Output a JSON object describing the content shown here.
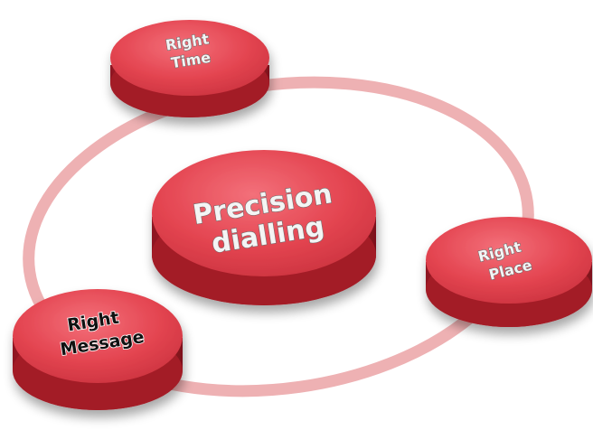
{
  "diagram": {
    "center": {
      "line1": "Precision",
      "line2": "dialling"
    },
    "nodes": [
      {
        "id": "time",
        "line1": "Right",
        "line2": "Time"
      },
      {
        "id": "place",
        "line1": "Right",
        "line2": "Place"
      },
      {
        "id": "message",
        "line1": "Right",
        "line2": "Message"
      }
    ],
    "colors": {
      "disc_top": "#e8505a",
      "disc_side": "#b81e2a",
      "ring": "#eeb1b3"
    }
  }
}
